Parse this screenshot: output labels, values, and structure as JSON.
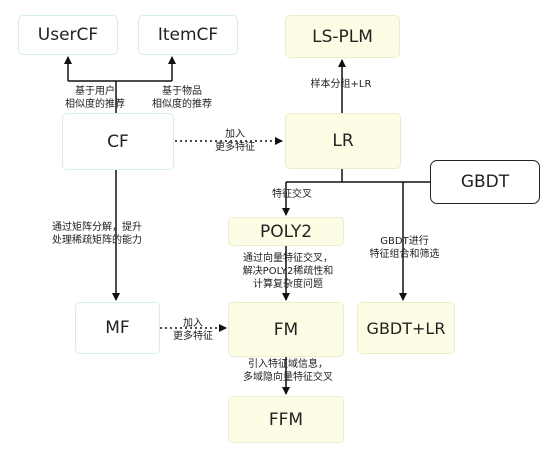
{
  "nodes": {
    "usercf": "UserCF",
    "itemcf": "ItemCF",
    "lsplm": "LS-PLM",
    "cf": "CF",
    "lr": "LR",
    "gbdt": "GBDT",
    "poly2": "POLY2",
    "mf": "MF",
    "fm": "FM",
    "gbdtlr": "GBDT+LR",
    "ffm": "FFM"
  },
  "edges": {
    "cf_usercf": "基于用户\n相似度的推荐",
    "cf_itemcf": "基于物品\n相似度的推荐",
    "lr_lsplm": "样本分组+LR",
    "cf_lr": "加入\n更多特征",
    "lr_poly2": "特征交叉",
    "cf_mf": "通过矩阵分解，提升\n处理稀疏矩阵的能力",
    "poly2_fm": "通过向量特征交叉，\n解决POLY2稀疏性和\n计算复杂度问题",
    "gbdt_gbdtlr": "GBDT进行\n特征组合和筛选",
    "mf_fm": "加入\n更多特征",
    "fm_ffm": "引入特征域信息，\n多域隐向量特征交叉"
  }
}
